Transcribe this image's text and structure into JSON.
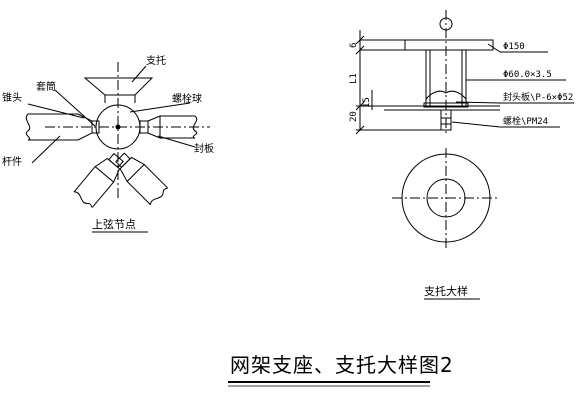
{
  "left_view": {
    "caption": "上弦节点",
    "labels": {
      "support": "支托",
      "sleeve": "套筒",
      "cone_head": "锥头",
      "bolt_ball": "螺栓球",
      "rod": "杆件",
      "seal_plate": "封板"
    }
  },
  "right_view": {
    "caption": "支托大样",
    "labels": {
      "plate_dia": "Φ150",
      "tube": "Φ60.0×3.5",
      "end_plate": "封头板\\P-6×Φ52",
      "bolt": "螺栓\\PM24"
    },
    "dims": {
      "top_small": "6",
      "l1": "L1",
      "d20": "20",
      "d15": "15"
    }
  },
  "title": "网架支座、支托大样图2"
}
